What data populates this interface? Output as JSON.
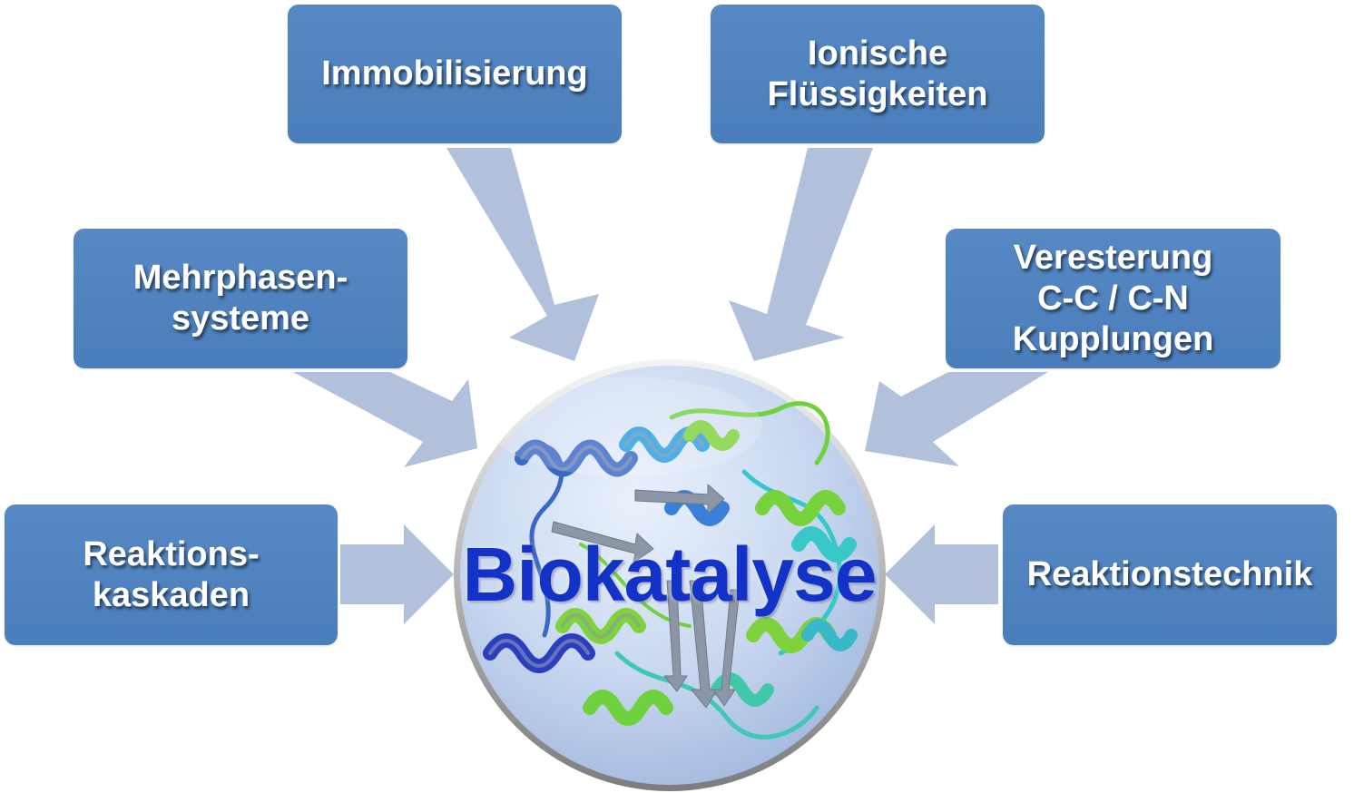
{
  "center": {
    "label": "Biokatalyse"
  },
  "nodes": {
    "immobilisierung": {
      "lines": [
        "Immobilisierung"
      ]
    },
    "ionische": {
      "lines": [
        "Ionische",
        "Flüssigkeiten"
      ]
    },
    "mehrphasen": {
      "lines": [
        "Mehrphasen-",
        "systeme"
      ]
    },
    "veresterung": {
      "lines": [
        "Veresterung",
        "C-C / C-N",
        "Kupplungen"
      ]
    },
    "reaktionskaskaden": {
      "lines": [
        "Reaktions-",
        "kaskaden"
      ]
    },
    "reaktionstechnik": {
      "lines": [
        "Reaktionstechnik"
      ]
    }
  },
  "colors": {
    "box": "#4f82bf",
    "arrow": "#b1c1db",
    "circle": "#c2d3ee",
    "center_text": "#1232c8",
    "protein_blue": "#3c68c8",
    "protein_green": "#7ed23c",
    "protein_cyan": "#3cc8c8"
  },
  "icons": {
    "center": "protein-ribbon-illustration"
  }
}
